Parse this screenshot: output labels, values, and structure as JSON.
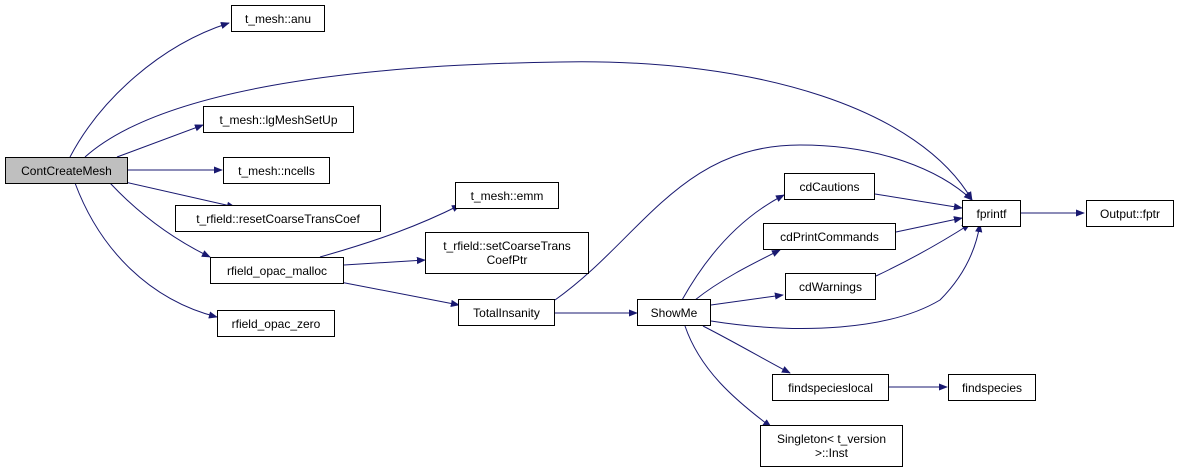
{
  "colors": {
    "edge": "#191970",
    "root_fill": "#bfbfbf",
    "node_fill": "#ffffff",
    "node_border": "#000000"
  },
  "nodes": {
    "cont_create_mesh": "ContCreateMesh",
    "anu": "t_mesh::anu",
    "lg_mesh_setup": "t_mesh::lgMeshSetUp",
    "ncells": "t_mesh::ncells",
    "reset_coarse": "t_rfield::resetCoarseTransCoef",
    "opac_malloc": "rfield_opac_malloc",
    "opac_zero": "rfield_opac_zero",
    "emm": "t_mesh::emm",
    "set_coarse": "t_rfield::setCoarseTrans\nCoefPtr",
    "total_insanity": "TotalInsanity",
    "show_me": "ShowMe",
    "cd_cautions": "cdCautions",
    "cd_print_commands": "cdPrintCommands",
    "cd_warnings": "cdWarnings",
    "findspecieslocal": "findspecieslocal",
    "singleton": "Singleton< t_version\n >::Inst",
    "fprintf": "fprintf",
    "output_fptr": "Output::fptr",
    "findspecies": "findspecies"
  }
}
